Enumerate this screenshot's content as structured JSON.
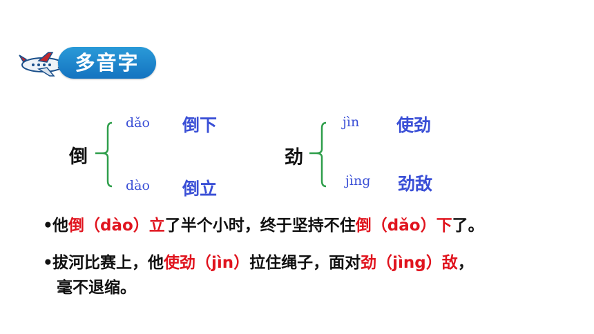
{
  "header": {
    "label": "多音字",
    "icon": "airplane-icon",
    "accent": "#1a85cc"
  },
  "groups": [
    {
      "char": "倒",
      "readings": [
        {
          "pinyin": "dǎo",
          "word": "倒下"
        },
        {
          "pinyin": "dào",
          "word": "倒立"
        }
      ]
    },
    {
      "char": "劲",
      "readings": [
        {
          "pinyin": "jìn",
          "word": "使劲"
        },
        {
          "pinyin": "jìng",
          "word": "劲敌"
        }
      ]
    }
  ],
  "colors": {
    "blue": "#3a4fd6",
    "red": "#e0141e",
    "brace": "#2e9e4a"
  },
  "sentences": [
    {
      "bullet": "•",
      "segments": [
        {
          "text": "他",
          "red": false
        },
        {
          "text": "倒（dào）立",
          "red": true
        },
        {
          "text": "了半个小时，终于坚持不住",
          "red": false
        },
        {
          "text": "倒（dǎo）下",
          "red": true
        },
        {
          "text": "了。",
          "red": false
        }
      ]
    },
    {
      "bullet": "•",
      "segments": [
        {
          "text": "拔河比赛上，他",
          "red": false
        },
        {
          "text": "使劲（jìn）",
          "red": true
        },
        {
          "text": "拉住绳子，面对",
          "red": false
        },
        {
          "text": "劲（jìng）敌",
          "red": true
        },
        {
          "text": "，",
          "red": false
        }
      ],
      "continuation": "毫不退缩。"
    }
  ]
}
